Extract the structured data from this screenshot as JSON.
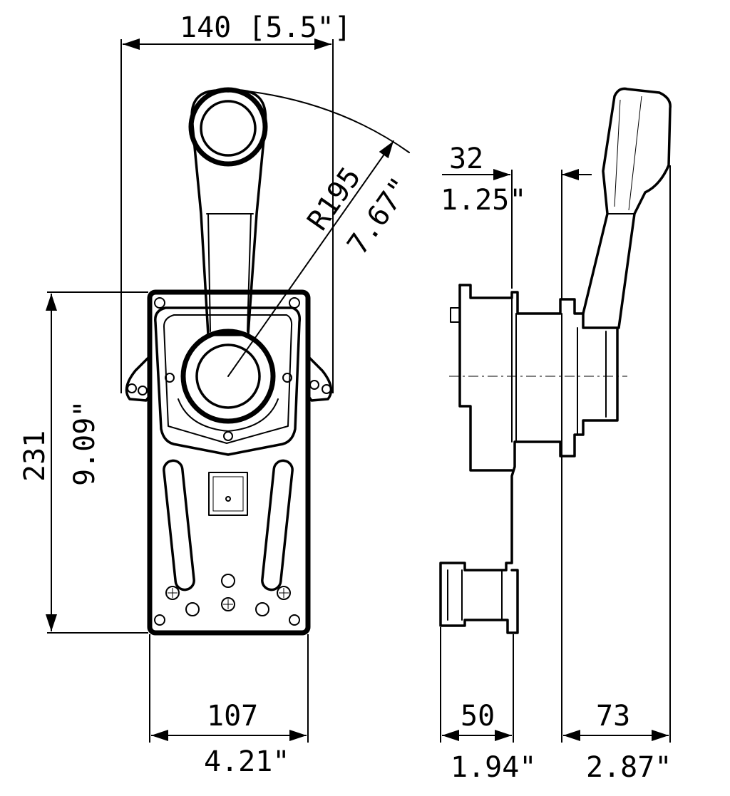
{
  "dimensions": {
    "width_overall": "140 [5.5\"]",
    "radius_mm": "R195",
    "radius_in": "7.67\"",
    "height_mm": "231",
    "height_in": "9.09\"",
    "base_width_mm": "107",
    "base_width_in": "4.21\"",
    "offset_mm": "32",
    "offset_in": "1.25\"",
    "depth_mm": "50",
    "depth_in": "1.94\"",
    "handle_depth_mm": "73",
    "handle_depth_in": "2.87\""
  }
}
